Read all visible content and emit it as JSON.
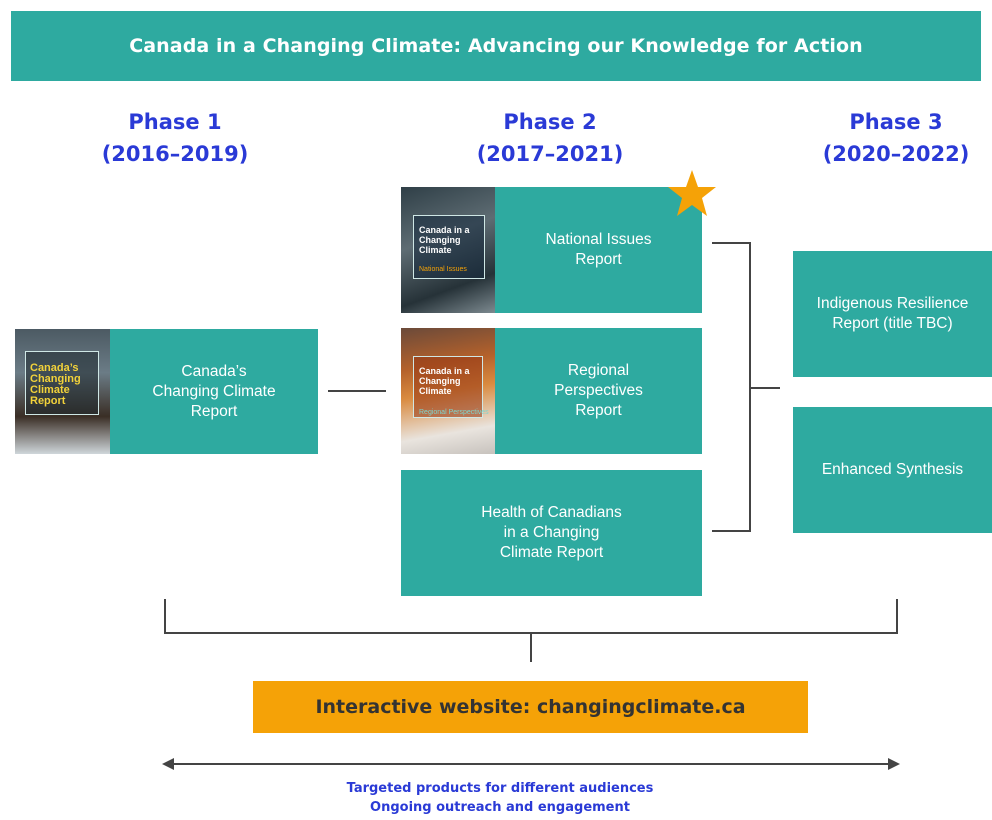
{
  "banner": {
    "title": "Canada in a Changing Climate: Advancing our Knowledge for Action"
  },
  "phases": [
    {
      "name": "Phase 1",
      "years": "(2016–2019)"
    },
    {
      "name": "Phase 2",
      "years": "(2017–2021)"
    },
    {
      "name": "Phase 3",
      "years": "(2020–2022)"
    }
  ],
  "phase1": {
    "report": {
      "label": "Canada’s\nChanging Climate\nReport",
      "cover_title": "Canada’s\nChanging\nClimate\nReport"
    }
  },
  "phase2": {
    "national": {
      "label": "National Issues\nReport",
      "cover_title": "Canada in a\nChanging\nClimate",
      "cover_sub": "National Issues",
      "highlighted": true
    },
    "regional": {
      "label": "Regional\nPerspectives\nReport",
      "cover_title": "Canada in a\nChanging\nClimate",
      "cover_sub": "Regional Perspectives"
    },
    "health": {
      "label": "Health of Canadians\nin a Changing\nClimate Report"
    }
  },
  "phase3": {
    "indigenous": {
      "label": "Indigenous Resilience\nReport (title TBC)"
    },
    "synthesis": {
      "label": "Enhanced Synthesis"
    }
  },
  "website": {
    "label": "Interactive website: changingclimate.ca"
  },
  "footer": {
    "line1": "Targeted products for different audiences",
    "line2": "Ongoing outreach and engagement"
  },
  "colors": {
    "teal": "#2eaaa0",
    "orange": "#f5a207",
    "blue": "#2a3ad6",
    "star": "#f5a207"
  }
}
